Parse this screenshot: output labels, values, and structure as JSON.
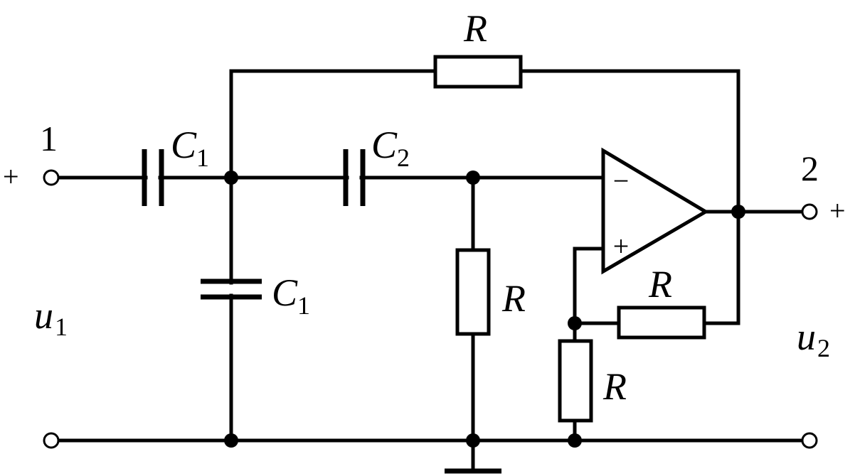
{
  "terminals": {
    "input": {
      "number": "1",
      "polarity": "+"
    },
    "output": {
      "number": "2",
      "polarity": "+"
    }
  },
  "voltages": {
    "input": {
      "symbol": "u",
      "subscript": "1"
    },
    "output": {
      "symbol": "u",
      "subscript": "2"
    }
  },
  "components": {
    "c_series_1": {
      "symbol": "C",
      "subscript": "1"
    },
    "c_series_2": {
      "symbol": "C",
      "subscript": "2"
    },
    "c_shunt_1": {
      "symbol": "C",
      "subscript": "1"
    },
    "r_feedback_top": {
      "symbol": "R"
    },
    "r_shunt": {
      "symbol": "R"
    },
    "r_gain_feedback": {
      "symbol": "R"
    },
    "r_gain_ground": {
      "symbol": "R"
    }
  },
  "opamp": {
    "inverting": "−",
    "noninverting": "+"
  }
}
